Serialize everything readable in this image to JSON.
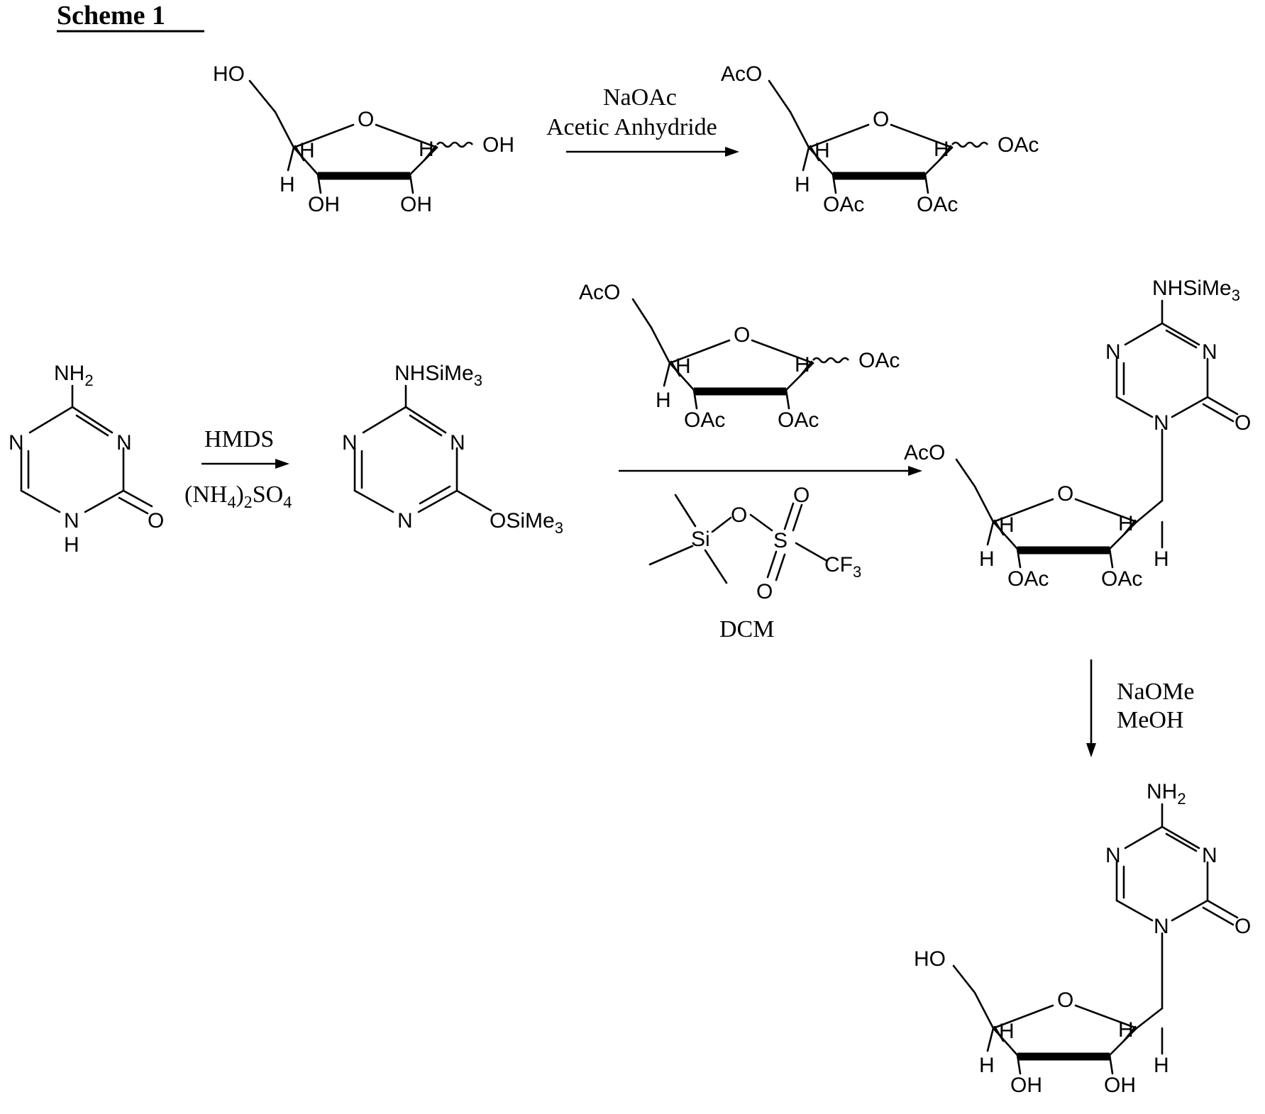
{
  "scheme": {
    "title": "Scheme 1"
  },
  "steps": {
    "step1": {
      "reagent1": "NaOAc",
      "reagent2": "Acetic Anhydride"
    },
    "step2": {
      "reagent1": "HMDS",
      "reagent2_main": "(NH",
      "reagent2_s1": "4",
      "reagent2_mid": ")",
      "reagent2_s2": "2",
      "reagent2_so": "SO",
      "reagent2_s3": "4"
    },
    "step3": {
      "solvent": "DCM"
    },
    "step4": {
      "reagent1": "NaOMe",
      "reagent2": "MeOH"
    }
  },
  "labels": {
    "HO": "HO",
    "OH": "OH",
    "O": "O",
    "H": "H",
    "AcO": "AcO",
    "OAc": "OAc",
    "N": "N",
    "NH": "N",
    "NH_H": "H",
    "NH2_main": "NH",
    "NH2_sub": "2",
    "NHSiMe3_main": "NHSiMe",
    "NHSiMe3_sub": "3",
    "OSiMe3_main": "OSiMe",
    "OSiMe3_sub": "3",
    "Si": "Si",
    "S": "S",
    "CF3_main": "CF",
    "CF3_sub": "3"
  }
}
